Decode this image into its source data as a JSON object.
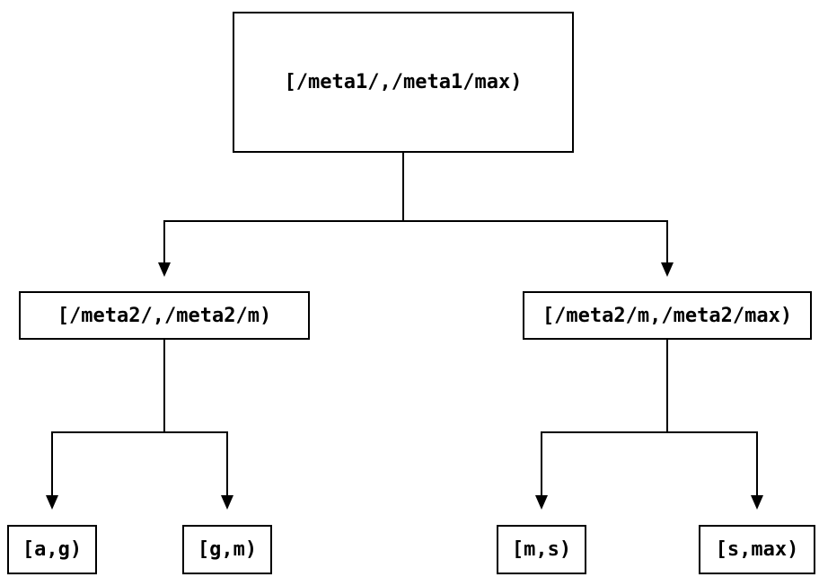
{
  "diagram": {
    "type": "tree",
    "background_color": "#ffffff",
    "line_color": "#000000",
    "nodes": {
      "root": {
        "label": "[/meta1/,/meta1/max)"
      },
      "meta2_low": {
        "label": "[/meta2/,/meta2/m)"
      },
      "meta2_high": {
        "label": "[/meta2/m,/meta2/max)"
      },
      "leaf_ag": {
        "label": "[a,g)"
      },
      "leaf_gm": {
        "label": "[g,m)"
      },
      "leaf_ms": {
        "label": "[m,s)"
      },
      "leaf_smax": {
        "label": "[s,max)"
      }
    },
    "edges": [
      {
        "from": "root",
        "to": "meta2_low",
        "arrow": "down"
      },
      {
        "from": "root",
        "to": "meta2_high",
        "arrow": "down"
      },
      {
        "from": "meta2_low",
        "to": "leaf_ag",
        "arrow": "down"
      },
      {
        "from": "meta2_low",
        "to": "leaf_gm",
        "arrow": "down"
      },
      {
        "from": "meta2_high",
        "to": "leaf_ms",
        "arrow": "down"
      },
      {
        "from": "meta2_high",
        "to": "leaf_smax",
        "arrow": "down"
      }
    ]
  }
}
